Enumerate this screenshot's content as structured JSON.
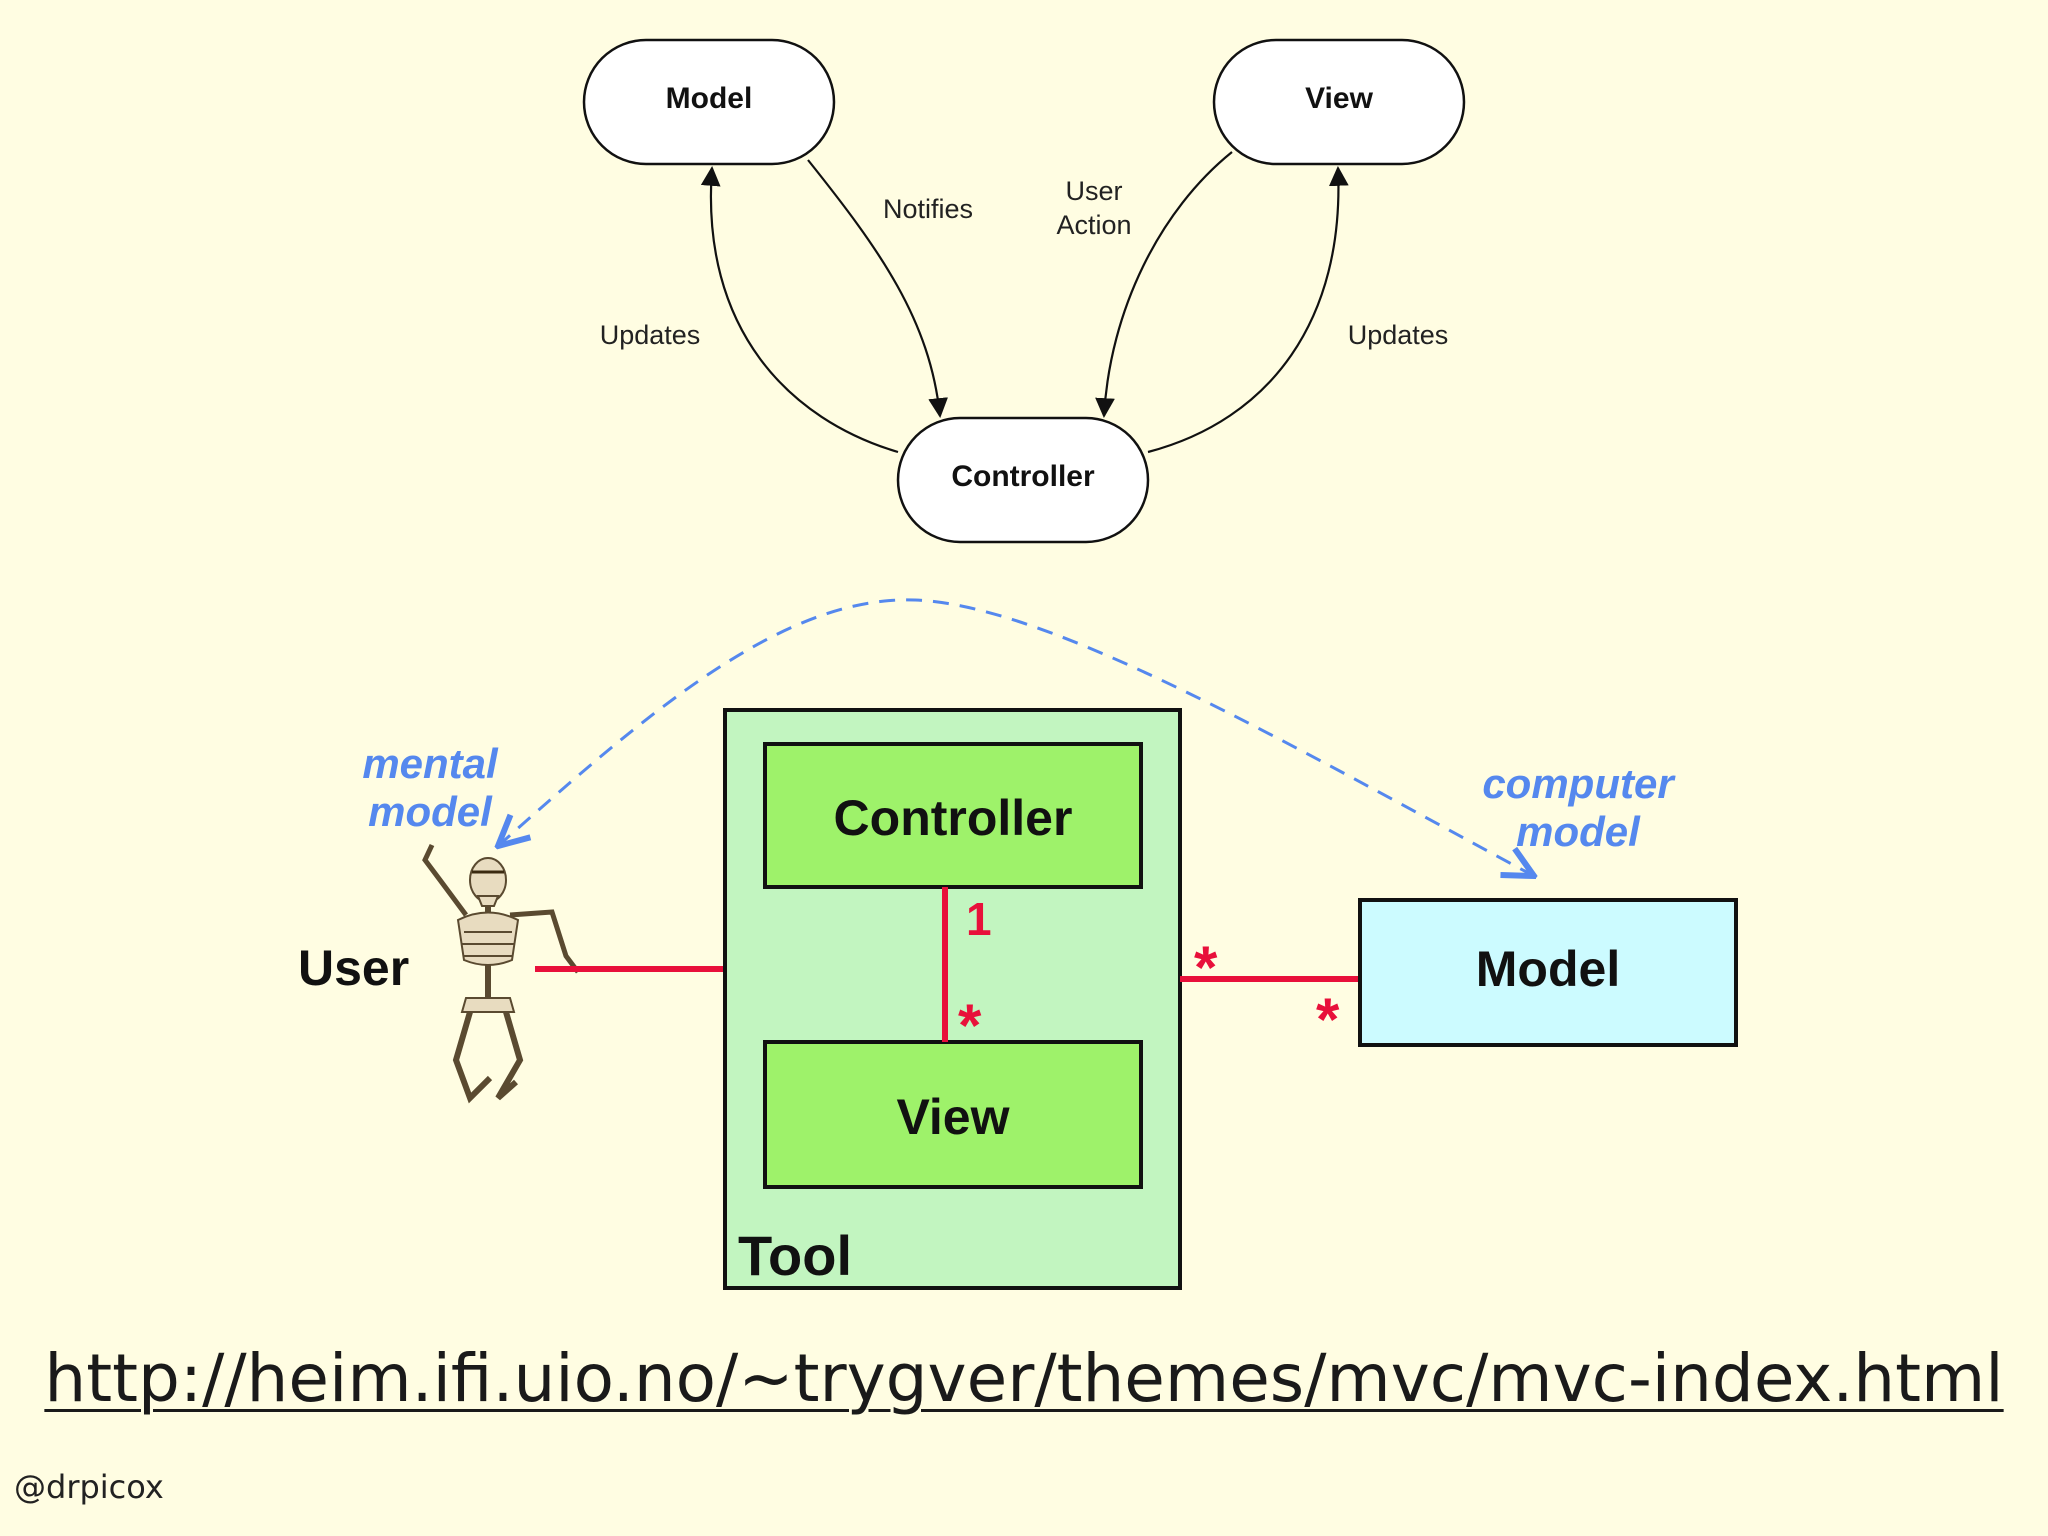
{
  "top_diagram": {
    "model_label": "Model",
    "view_label": "View",
    "controller_label": "Controller",
    "edge_notifies": "Notifies",
    "edge_user_action_line1": "User",
    "edge_user_action_line2": "Action",
    "edge_updates_left": "Updates",
    "edge_updates_right": "Updates"
  },
  "bottom_diagram": {
    "mental_model_line1": "mental",
    "mental_model_line2": "model",
    "computer_model_line1": "computer",
    "computer_model_line2": "model",
    "user_label": "User",
    "tool_label": "Tool",
    "controller_label": "Controller",
    "view_label": "View",
    "model_label": "Model",
    "multiplicity_one": "1",
    "multiplicity_many_view": "*",
    "multiplicity_many_tool": "*",
    "multiplicity_many_model": "*",
    "skeleton_icon": "skeleton-icon"
  },
  "colors": {
    "background": "#fffde2",
    "tool_fill": "#c2f5c0",
    "inner_box_fill": "#9ef26a",
    "model_fill": "#ccfbff",
    "association_red": "#e8103a",
    "annotation_blue": "#5588ee"
  },
  "footer": {
    "url": "http://heim.ifi.uio.no/~trygver/themes/mvc/mvc-index.html",
    "handle": "@drpicox"
  }
}
